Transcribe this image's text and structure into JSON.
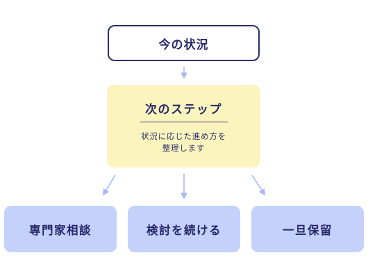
{
  "flow": {
    "current": "今の状況",
    "next": {
      "title": "次のステップ",
      "description_line1": "状況に応じた進め方を",
      "description_line2": "整理します"
    },
    "options": [
      "専門家相談",
      "検討を続ける",
      "一旦保留"
    ]
  },
  "colors": {
    "text": "#27296b",
    "current_border": "#2b2d6e",
    "next_fill": "#fbf5bd",
    "option_fill": "#c4d1fb",
    "arrow": "#a9b8f3"
  }
}
